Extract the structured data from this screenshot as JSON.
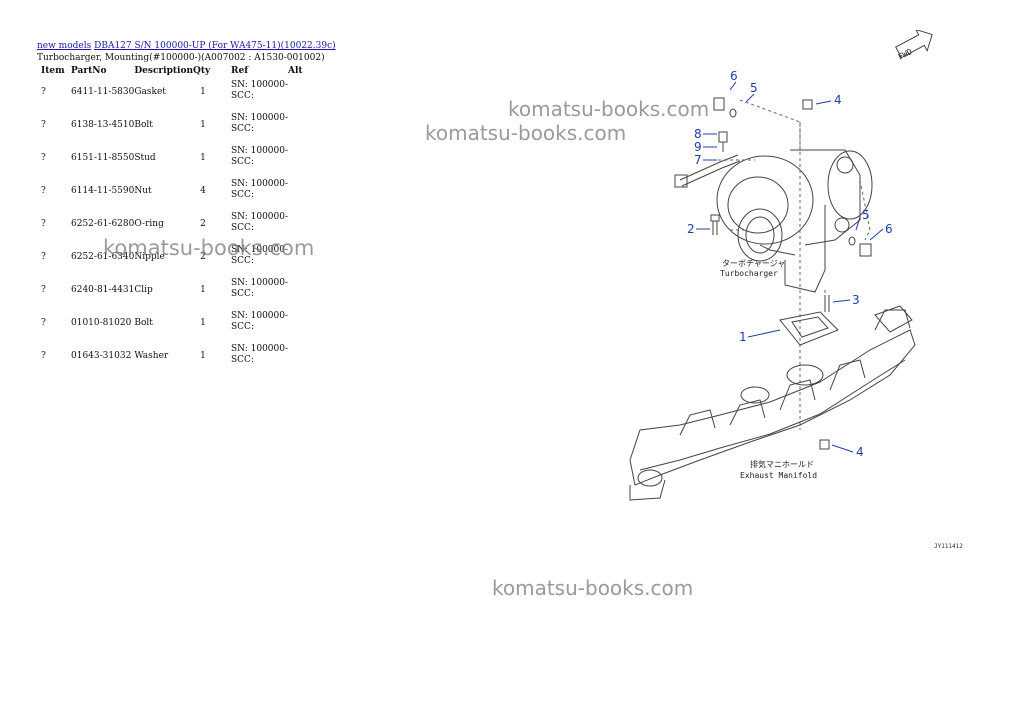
{
  "breadcrumb": {
    "link1": "new models",
    "link2": "DBA127 S/N 100000-UP (For WA475-11)(10022.39c)"
  },
  "subtitle": "Turbocharger, Mounting(#100000-)(A007002 : A1530-001002)",
  "table": {
    "headers": [
      "Item",
      "PartNo",
      "Description",
      "Qty",
      "Ref",
      "Alt"
    ],
    "rows": [
      {
        "item": "?",
        "partno": "6411-11-5830",
        "desc": "Gasket",
        "qty": "1",
        "ref1": "SN: 100000-",
        "ref2": "SCC:"
      },
      {
        "item": "?",
        "partno": "6138-13-4510",
        "desc": "Bolt",
        "qty": "1",
        "ref1": "SN: 100000-",
        "ref2": "SCC:"
      },
      {
        "item": "?",
        "partno": "6151-11-8550",
        "desc": "Stud",
        "qty": "1",
        "ref1": "SN: 100000-",
        "ref2": "SCC:"
      },
      {
        "item": "?",
        "partno": "6114-11-5590",
        "desc": "Nut",
        "qty": "4",
        "ref1": "SN: 100000-",
        "ref2": "SCC:"
      },
      {
        "item": "?",
        "partno": "6252-61-6280",
        "desc": "O-ring",
        "qty": "2",
        "ref1": "SN: 100000-",
        "ref2": "SCC:"
      },
      {
        "item": "?",
        "partno": "6252-61-6340",
        "desc": "Nipple",
        "qty": "2",
        "ref1": "SN: 100000-",
        "ref2": "SCC:"
      },
      {
        "item": "?",
        "partno": "6240-81-4431",
        "desc": "Clip",
        "qty": "1",
        "ref1": "SN: 100000-",
        "ref2": "SCC:"
      },
      {
        "item": "?",
        "partno": "01010-81020",
        "desc": "Bolt",
        "qty": "1",
        "ref1": "SN: 100000-",
        "ref2": "SCC:"
      },
      {
        "item": "?",
        "partno": "01643-31032",
        "desc": "Washer",
        "qty": "1",
        "ref1": "SN: 100000-",
        "ref2": "SCC:"
      }
    ]
  },
  "watermark": "komatsu-books.com",
  "diagram": {
    "fwd_label": "FWD",
    "turbo_jp": "ターボチャージャ",
    "turbo_en": "Turbocharger",
    "manifold_jp": "排気マニホールド",
    "manifold_en": "Exhaust Manifold",
    "callouts": [
      "6",
      "5",
      "4",
      "8",
      "9",
      "7",
      "2",
      "5",
      "6",
      "3",
      "1",
      "4"
    ],
    "figure_no": "JY111412",
    "callout_color": "#1f3fa8"
  }
}
